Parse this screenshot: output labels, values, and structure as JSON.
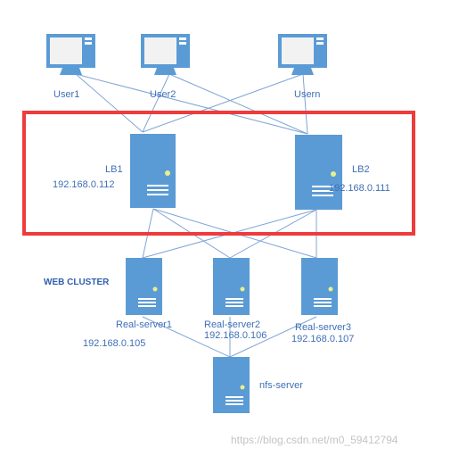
{
  "clients": [
    {
      "name": "User1"
    },
    {
      "name": "User2"
    },
    {
      "name": "Usern"
    }
  ],
  "load_balancers": [
    {
      "name": "LB1",
      "ip": "192.168.0.112"
    },
    {
      "name": "LB2",
      "ip": "192.168.0.111"
    }
  ],
  "cluster_label": "WEB CLUSTER",
  "real_servers": [
    {
      "name": "Real-server1",
      "ip": "192.168.0.105"
    },
    {
      "name": "Real-server2",
      "ip": "192.168.0.106"
    },
    {
      "name": "Real-server3",
      "ip": "192.168.0.107"
    }
  ],
  "storage": {
    "name": "nfs-server"
  },
  "watermark": "https://blog.csdn.net/m0_59412794",
  "colors": {
    "node_fill": "#5b9bd5",
    "highlight_box": "#ee3b3b",
    "label_text": "#3f6fb5",
    "link_line": "#7fa5d6"
  }
}
